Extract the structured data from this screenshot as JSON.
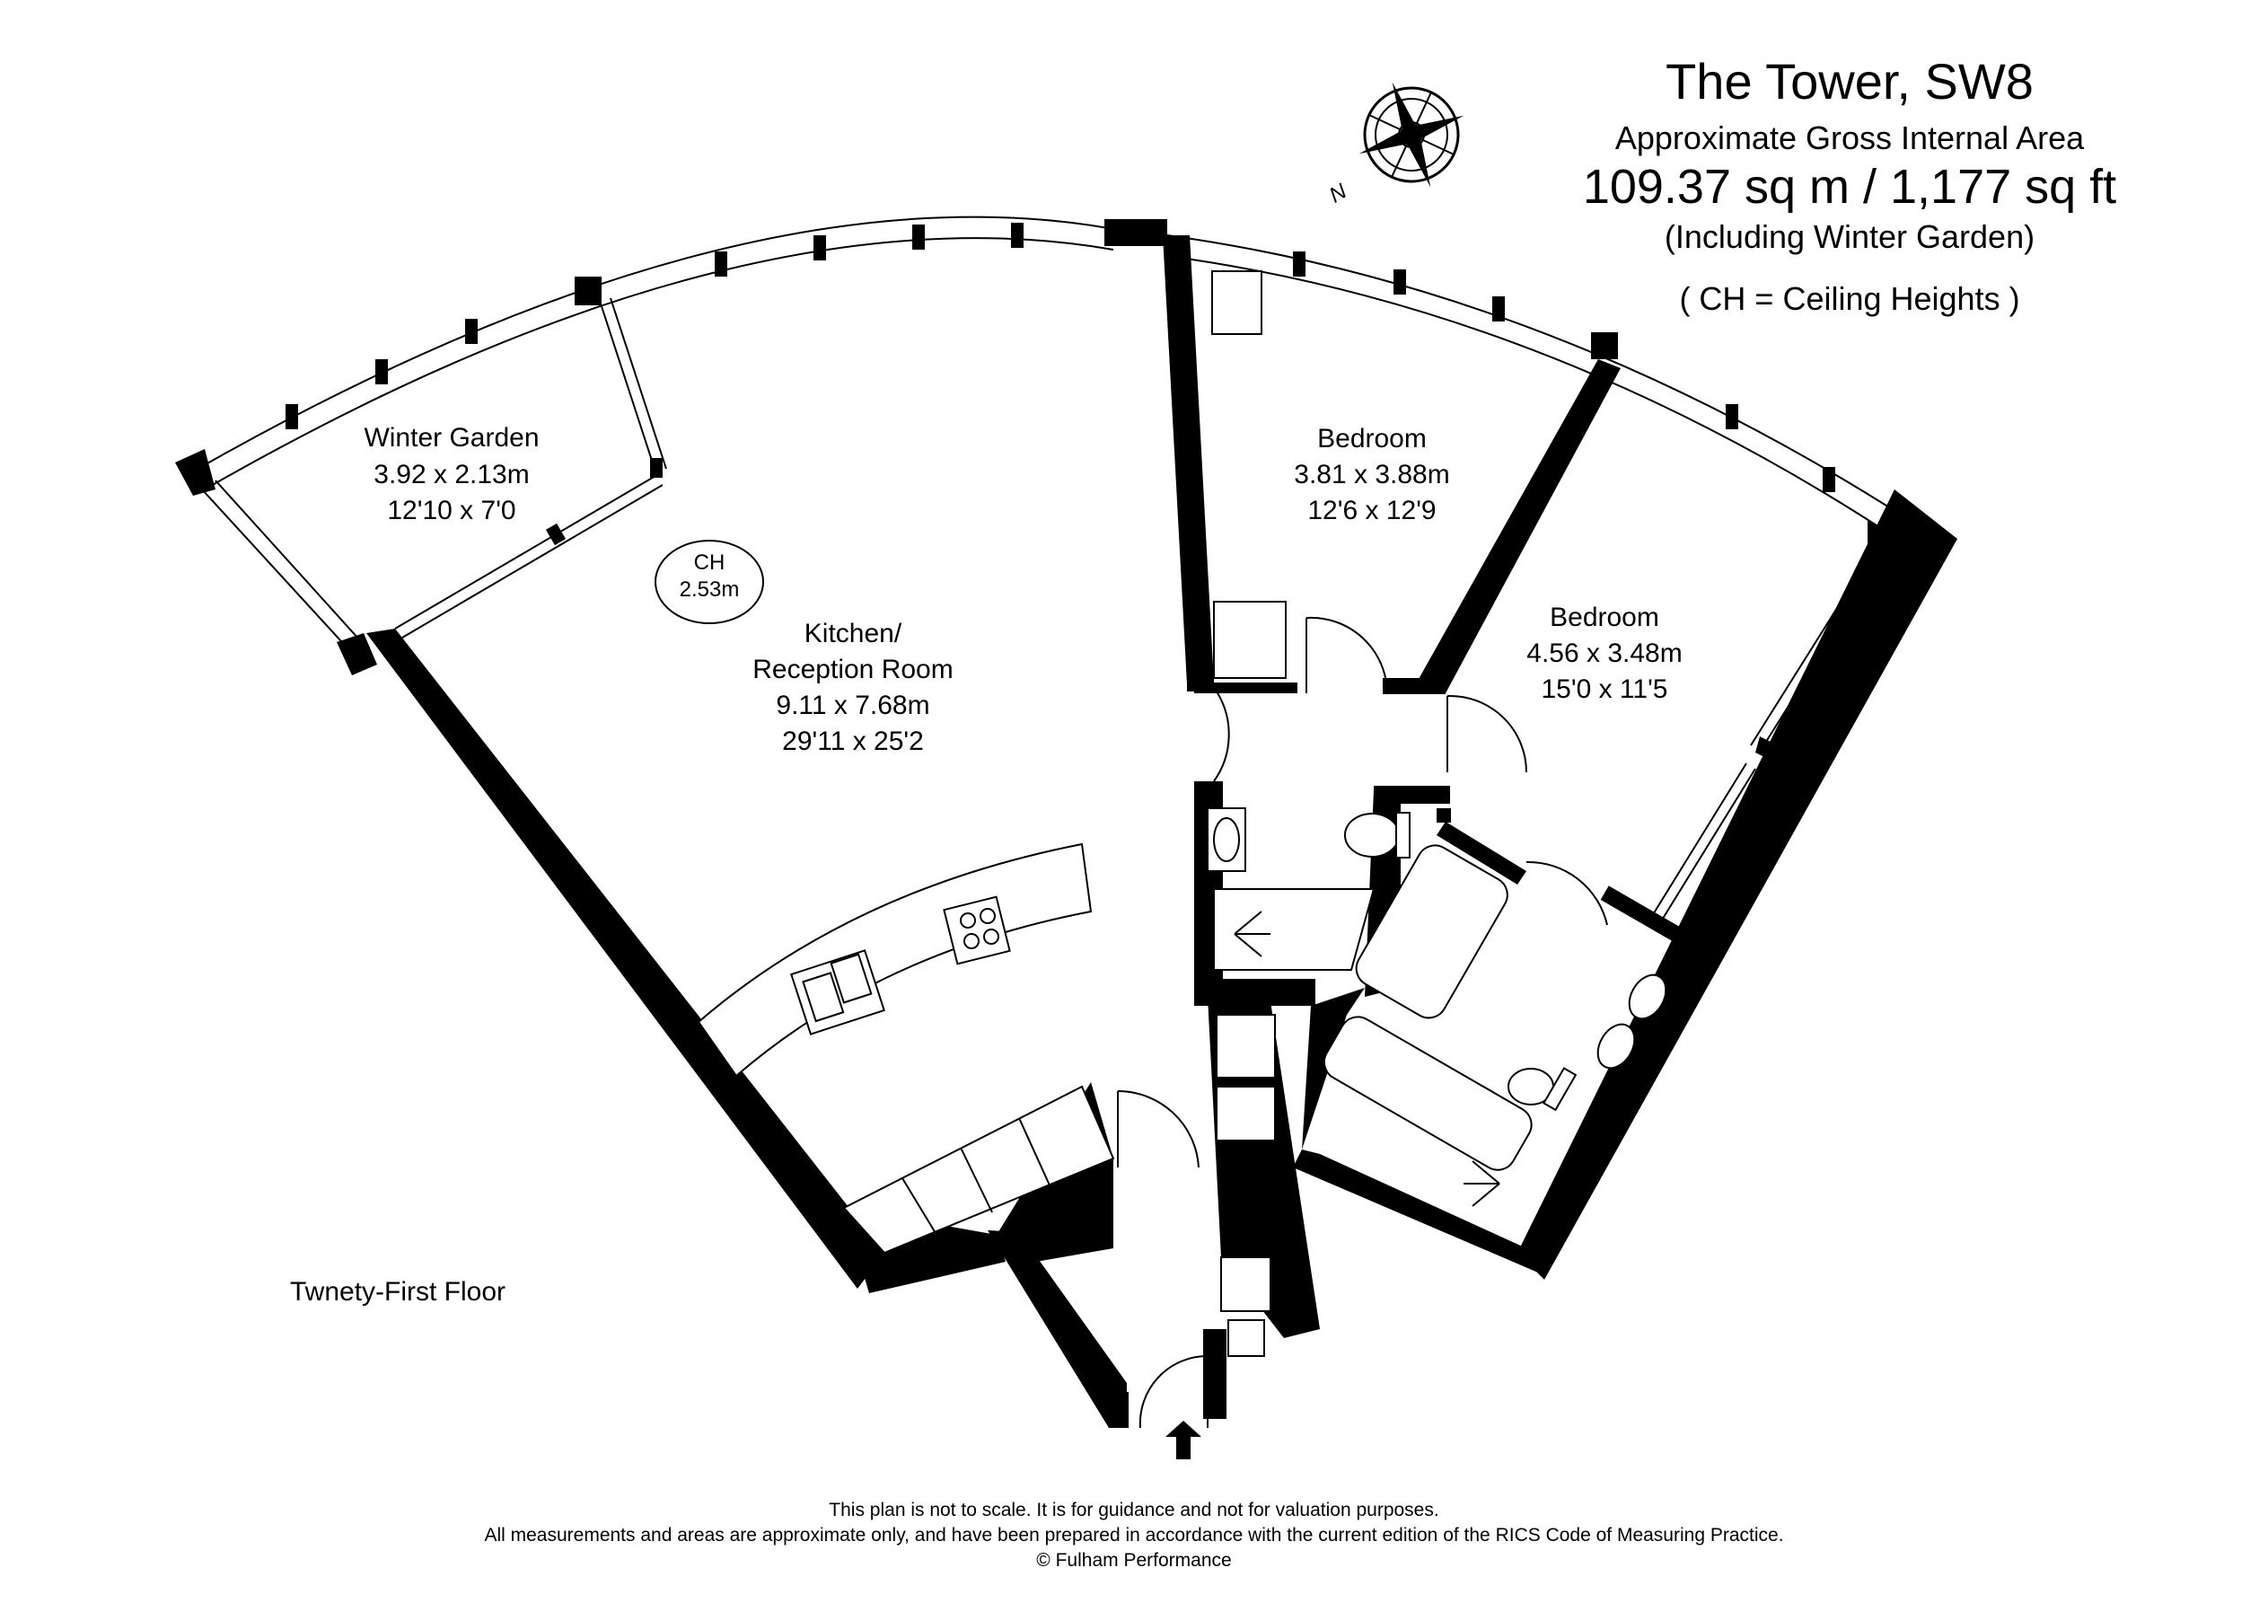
{
  "header": {
    "title": "The Tower, SW8",
    "subtitle": "Approximate Gross Internal Area",
    "area": "109.37 sq m  /  1,177 sq ft",
    "area_note": "(Including Winter Garden)",
    "ch_note": "( CH = Ceiling Heights )"
  },
  "compass": {
    "icon": "compass-rose-icon",
    "letter": "N"
  },
  "rooms": {
    "winter_garden": {
      "name": "Winter Garden",
      "metric": "3.92 x 2.13m",
      "imperial": "12'10 x 7'0"
    },
    "kitchen": {
      "name_line1": "Kitchen/",
      "name_line2": "Reception Room",
      "metric": "9.11 x 7.68m",
      "imperial": "29'11 x 25'2"
    },
    "bedroom1": {
      "name": "Bedroom",
      "metric": "3.81 x 3.88m",
      "imperial": "12'6 x 12'9"
    },
    "bedroom2": {
      "name": "Bedroom",
      "metric": "4.56 x 3.48m",
      "imperial": "15'0 x 11'5"
    }
  },
  "ceiling_height": {
    "label": "CH",
    "value": "2.53m"
  },
  "floor_label": "Twnety-First Floor",
  "footer": {
    "line1": "This plan is not to scale. It is for guidance and not for valuation purposes.",
    "line2": "All measurements and areas are approximate only, and have been prepared in accordance with the current edition of the RICS Code of Measuring Practice.",
    "line3": "© Fulham Performance"
  },
  "colors": {
    "ink": "#000000",
    "paper": "#ffffff"
  }
}
